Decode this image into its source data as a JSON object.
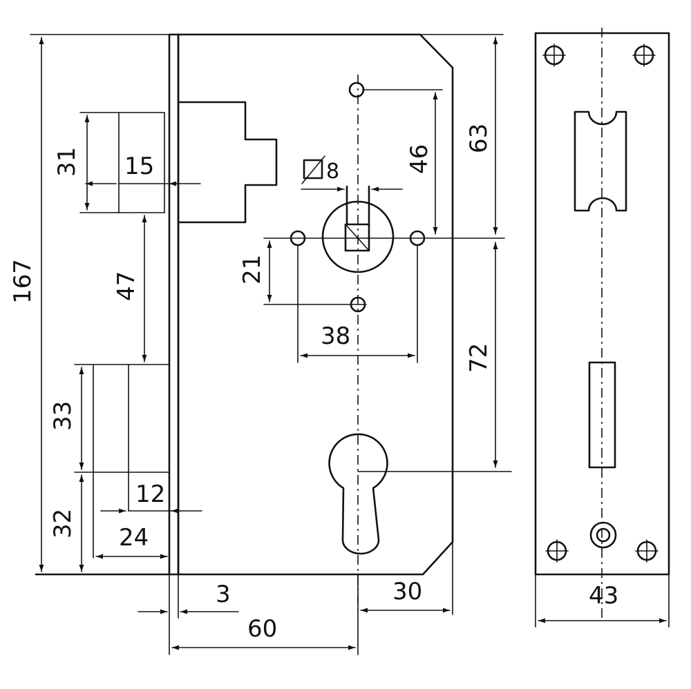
{
  "dimensions": {
    "total_height": "167",
    "latch_height": "31",
    "latch_projection": "15",
    "latch_to_bolt": "47",
    "bolt_upper": "33",
    "bolt_lower": "32",
    "bolt_throw": "12",
    "bolt_depth": "24",
    "spindle_square": "8",
    "spindle_to_top": "46",
    "screw_to_top": "63",
    "spindle_to_screw": "21",
    "screw_spacing": "38",
    "distance_centers": "72",
    "faceplate_thickness": "3",
    "backset": "60",
    "body_to_cylinder": "30",
    "faceplate_width": "43"
  },
  "colors": {
    "line": "#111111",
    "background": "#ffffff"
  }
}
